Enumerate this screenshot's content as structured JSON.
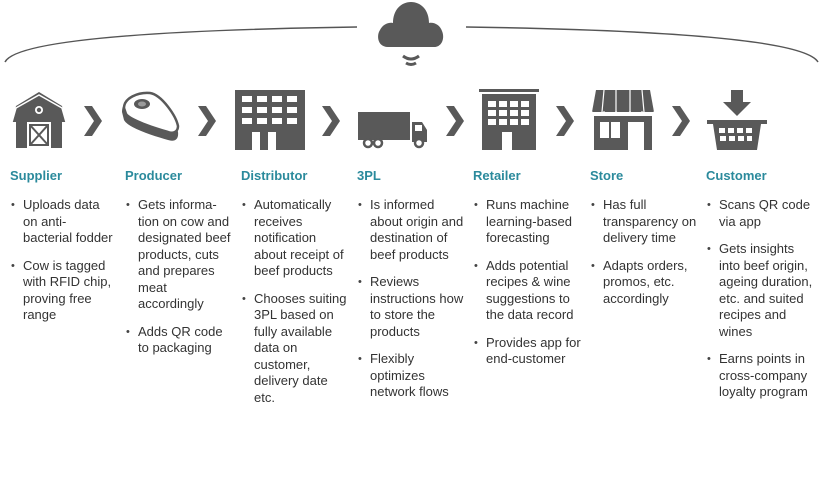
{
  "diagram": {
    "colors": {
      "icon": "#595959",
      "heading": "#2b8a9c",
      "text": "#333333",
      "arc": "#555555"
    },
    "top_icon": "cloud-wireless-icon",
    "stages": [
      {
        "icon": "barn-icon",
        "title": "Supplier",
        "bullets": [
          "Uploads data on anti-bacterial fodder",
          "Cow is tagged with RFID chip, proving free range"
        ]
      },
      {
        "icon": "steak-icon",
        "title": "Producer",
        "bullets": [
          "Gets informa-tion on cow and designated beef products, cuts and prepares meat accordingly",
          "Adds QR code to packaging"
        ]
      },
      {
        "icon": "building-icon",
        "title": "Distributor",
        "bullets": [
          "Automatically receives notification about receipt of beef products",
          "Chooses suiting 3PL based on fully available data on customer, delivery date etc."
        ]
      },
      {
        "icon": "truck-icon",
        "title": "3PL",
        "bullets": [
          "Is informed about origin and destination of beef products",
          "Reviews instructions how to store the products",
          "Flexibly optimizes network flows"
        ]
      },
      {
        "icon": "office-building-icon",
        "title": "Retailer",
        "bullets": [
          "Runs machine learning-based forecasting",
          "Adds potential recipes & wine suggestions to the data record",
          "Provides app for end-customer"
        ]
      },
      {
        "icon": "storefront-icon",
        "title": "Store",
        "bullets": [
          "Has full transparency on delivery time",
          "Adapts orders, promos, etc. accordingly"
        ]
      },
      {
        "icon": "shopping-basket-icon",
        "title": "Customer",
        "bullets": [
          "Scans QR code via app",
          "Gets insights into beef origin, ageing duration, etc. and suited recipes and wines",
          "Earns points in cross-company loyalty program"
        ]
      }
    ]
  }
}
